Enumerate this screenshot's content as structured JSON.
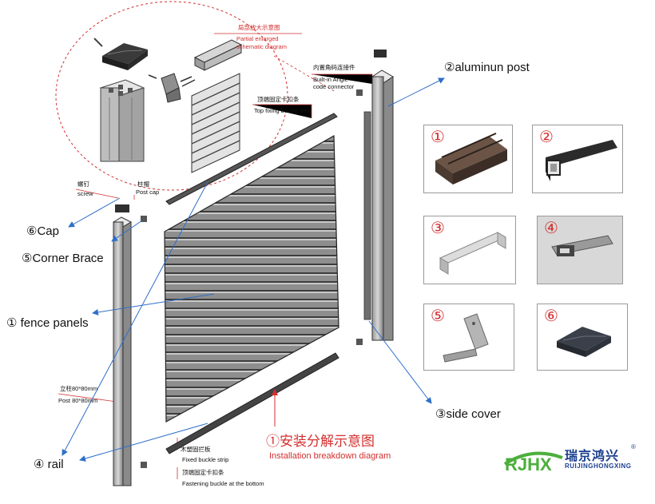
{
  "callouts": {
    "enlarged_cn": "局部放大示意图",
    "enlarged_en_1": "Partial enlarged",
    "enlarged_en_2": "schematic diagram",
    "angle_cn": "内置角码连接件",
    "angle_en_1": "Built-in Angle",
    "angle_en_2": "code connector",
    "top_strip_cn": "顶端固定卡扣条",
    "top_strip_en": "Top fixing buckle strip",
    "screw_cn": "螺钉",
    "screw_en": "screw",
    "postcap_cn": "柱帽",
    "postcap_en": "Post cap",
    "post_cn": "立柱80*80mm",
    "post_en": "Post 80*80mm",
    "fixed_strip_cn": "木塑固拦板",
    "fixed_strip_en": "Fixed buckle strip",
    "bottom_strip_cn": "顶端固定卡扣条",
    "bottom_strip_en": "Fastening buckle at the bottom"
  },
  "labels": {
    "aluminum_post": "②aluminun post",
    "cap": "⑥Cap",
    "corner_brace": "⑤Corner Brace",
    "fence_panels": "① fence panels",
    "side_cover": "③side cover",
    "rail": "④ rail"
  },
  "installation": {
    "title_cn": "①安装分解示意图",
    "title_en": "Installation breakdown diagram"
  },
  "photos": [
    {
      "num": "①"
    },
    {
      "num": "②"
    },
    {
      "num": "③"
    },
    {
      "num": "④"
    },
    {
      "num": "⑤"
    },
    {
      "num": "⑥"
    }
  ],
  "logo": {
    "mark": "RJHX",
    "name_cn": "瑞京鸿兴",
    "name_en": "RUIJINGHONGXING",
    "reg": "®"
  },
  "colors": {
    "arrow": "#2f6fc9",
    "callout_red": "#d32f2f",
    "logo_blue": "#1c3f8f",
    "logo_green": "#4caf3c"
  }
}
